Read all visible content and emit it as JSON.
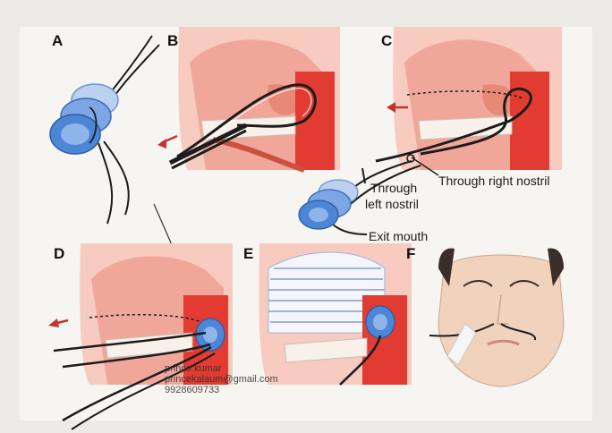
{
  "panels": [
    {
      "id": "A",
      "letter": "A"
    },
    {
      "id": "B",
      "letter": "B"
    },
    {
      "id": "C",
      "letter": "C"
    },
    {
      "id": "D",
      "letter": "D"
    },
    {
      "id": "E",
      "letter": "E"
    },
    {
      "id": "F",
      "letter": "F"
    }
  ],
  "callouts": {
    "through_right_nostril": "Through right nostril",
    "through_left_nostril_line1": "Through",
    "through_left_nostril_line2": "left nostril",
    "exit_mouth": "Exit mouth"
  },
  "watermark": {
    "line1": "prince kumar",
    "line2": "princekalaum@gmail.com",
    "line3": "9928609733"
  },
  "colors": {
    "tissue": "#f0a79a",
    "tissue_light": "#f7cbbf",
    "oral_red": "#e23b32",
    "tube": "#1c1c1c",
    "pack_blue": "#4d86d6",
    "gauze": "#f4f6fb",
    "skin": "#f1d2bd",
    "hair": "#3a2e2a"
  }
}
